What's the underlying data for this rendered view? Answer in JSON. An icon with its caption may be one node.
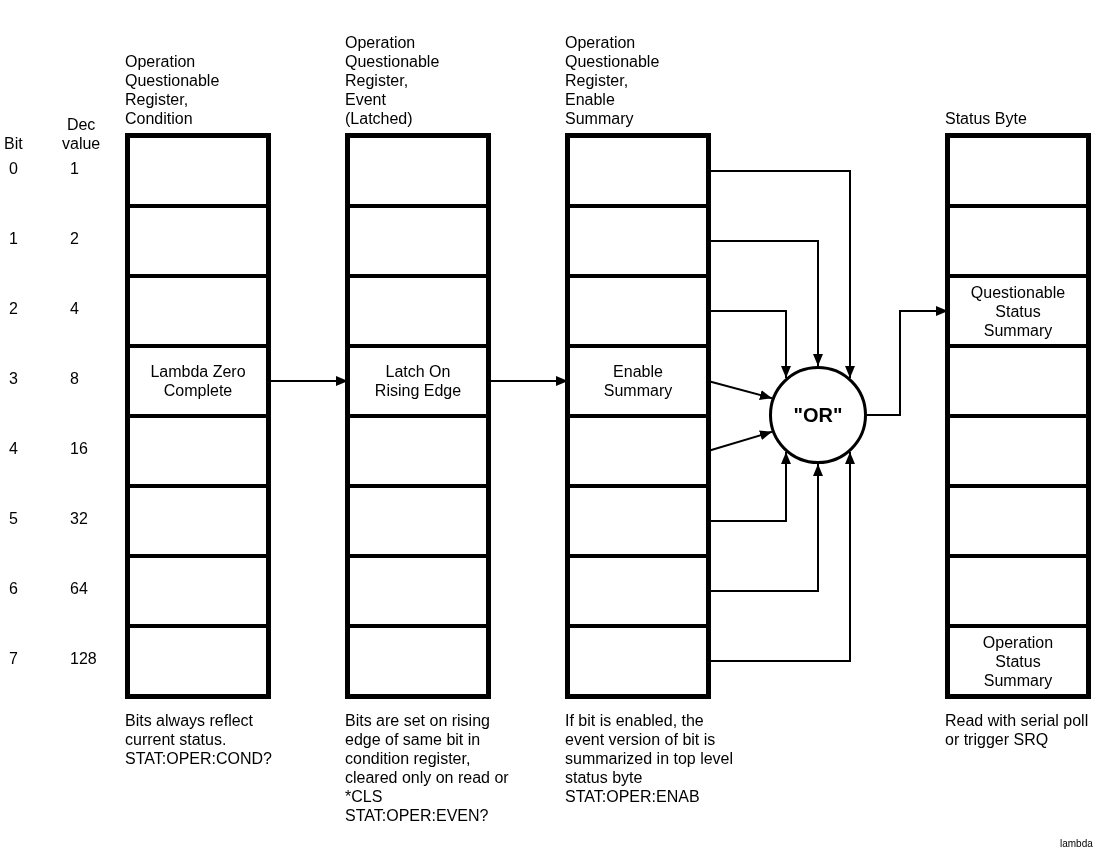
{
  "diagram": {
    "nodes": [
      {
        "text": [
          "Operation Questionable Register, Condition"
        ],
        "beside": [
          "Bits always reflect current status.",
          "STAT:OPER:COND?"
        ]
      },
      {
        "text": [],
        "shape": "box",
        "in": 0
      },
      {
        "text": [],
        "shape": "box",
        "in": 0
      },
      {
        "text": [],
        "shape": "box",
        "in": 0
      },
      {
        "text": [
          "Lambda Zero Complete"
        ],
        "in": 0
      },
      {
        "text": [],
        "shape": "box",
        "in": 0
      },
      {
        "text": [],
        "shape": "box",
        "in": 0
      },
      {
        "text": [],
        "shape": "box",
        "in": 0
      },
      {
        "text": [],
        "shape": "box",
        "in": 0
      },
      {
        "text": [
          "Operation Questionable Register, Event (Latched)"
        ],
        "beside": [
          "Bits are set on rising edge of same bit in condition register, cleared only on read or *CLS",
          "STAT:OPER:EVEN?"
        ]
      },
      {
        "text": [],
        "shape": "box",
        "in": 9
      },
      {
        "text": [],
        "shape": "box",
        "in": 9
      },
      {
        "text": [],
        "shape": "box",
        "in": 9
      },
      {
        "text": [
          "Latch On Rising Edge"
        ],
        "in": 9
      },
      {
        "text": [],
        "shape": "box",
        "in": 9
      },
      {
        "text": [],
        "shape": "box",
        "in": 9
      },
      {
        "text": [],
        "shape": "box",
        "in": 9
      },
      {
        "text": [],
        "shape": "box",
        "in": 9
      },
      {
        "text": [
          "Operation Questionable Register, Enable Summary"
        ],
        "beside": [
          "If bit is enabled, the event version of bit is summarized in top level status byte",
          "STAT:OPER:ENAB"
        ]
      },
      {
        "text": [],
        "shape": "box",
        "in": 18
      },
      {
        "text": [],
        "shape": "box",
        "in": 18
      },
      {
        "text": [],
        "shape": "box",
        "in": 18
      },
      {
        "text": [
          "Enable Summary"
        ],
        "in": 18
      },
      {
        "text": [],
        "shape": "box",
        "in": 18
      },
      {
        "text": [],
        "shape": "box",
        "in": 18
      },
      {
        "text": [],
        "shape": "box",
        "in": 18
      },
      {
        "text": [],
        "shape": "box",
        "in": 18
      },
      {
        "text": [
          "\"OR\""
        ]
      },
      {
        "text": [
          "Status Byte"
        ],
        "beside": [
          "Read with serial poll or trigger SRQ"
        ]
      },
      {
        "text": [],
        "shape": "box",
        "in": 28
      },
      {
        "text": [],
        "shape": "box",
        "in": 28
      },
      {
        "text": [
          "Questionable Status Summary"
        ],
        "in": 28
      },
      {
        "text": [],
        "shape": "box",
        "in": 28
      },
      {
        "text": [],
        "shape": "box",
        "in": 28
      },
      {
        "text": [],
        "shape": "box",
        "in": 28
      },
      {
        "text": [],
        "shape": "box",
        "in": 28
      },
      {
        "text": [
          "Operation Status Summary"
        ],
        "in": 28
      }
    ],
    "edges": [
      {
        "from": 4,
        "to": 13,
        "arrow": "to"
      },
      {
        "from": 13,
        "to": 22,
        "arrow": "to"
      },
      {
        "from": 19,
        "to": 27,
        "arrow": "to"
      },
      {
        "from": 20,
        "to": 27,
        "arrow": "to"
      },
      {
        "from": 21,
        "to": 27,
        "arrow": "to"
      },
      {
        "from": 22,
        "to": 27,
        "arrow": "to"
      },
      {
        "from": 23,
        "to": 27,
        "arrow": "to"
      },
      {
        "from": 24,
        "to": 27,
        "arrow": "to"
      },
      {
        "from": 25,
        "to": 27,
        "arrow": "to"
      },
      {
        "from": 26,
        "to": 27,
        "arrow": "to"
      },
      {
        "from": 27,
        "to": 31,
        "arrow": "to"
      }
    ],
    "labels": [
      "Bit",
      "Dec value",
      "0",
      "1",
      "1",
      "2",
      "2",
      "4",
      "3",
      "8",
      "4",
      "16",
      "5",
      "32",
      "6",
      "64",
      "7",
      "128",
      "lambda"
    ]
  }
}
